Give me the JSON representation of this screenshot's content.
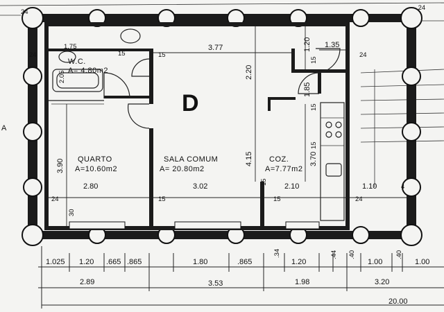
{
  "rooms": {
    "wc": {
      "name": "W.C.",
      "area": "A= 4.80m2"
    },
    "quarto": {
      "name": "QUARTO",
      "area": "A=10.60m2"
    },
    "sala": {
      "name": "SALA COMUM",
      "area": "A= 20.80m2"
    },
    "cozinha": {
      "name": "COZ.",
      "area": "A=7.77m2"
    }
  },
  "typology_mark": "D",
  "interior_dims": {
    "sala_top_width": "3.77",
    "sala_height_upper": "2.20",
    "sala_height_total": "4.15",
    "coz_height": "3.70",
    "quarto_height": "3.90",
    "quarto_width": "2.80",
    "sala_width": "3.02",
    "coz_width": "2.10",
    "right_width": "1.10",
    "hall_width": "1.35",
    "hall_depth": "1.20",
    "coz_upper": "1.85",
    "wc_width": "1.75",
    "wc_depth": "2.05",
    "t15a": "15",
    "t15b": "15",
    "t15c": "15",
    "t15d": "15",
    "t15e": "15",
    "t15f": "15",
    "t15g": "15",
    "t15h": "15",
    "t24a": "24",
    "t24b": "24",
    "t24c": "24",
    "t24d": "24",
    "t24e": "24",
    "t30": "30",
    "t4": "4"
  },
  "exterior_dims_row1": [
    "1.025",
    "1.20",
    ".665",
    ".865",
    "1.80",
    ".865",
    "1.20",
    ".34",
    ".44",
    ".40",
    "1.00",
    ".40",
    "1.00"
  ],
  "exterior_dims_row2": [
    "2.89",
    "3.53",
    "1.98",
    "3.20"
  ],
  "exterior_total": "20.00",
  "top_edge_mark": ".24",
  "left_edge_mark": "A"
}
